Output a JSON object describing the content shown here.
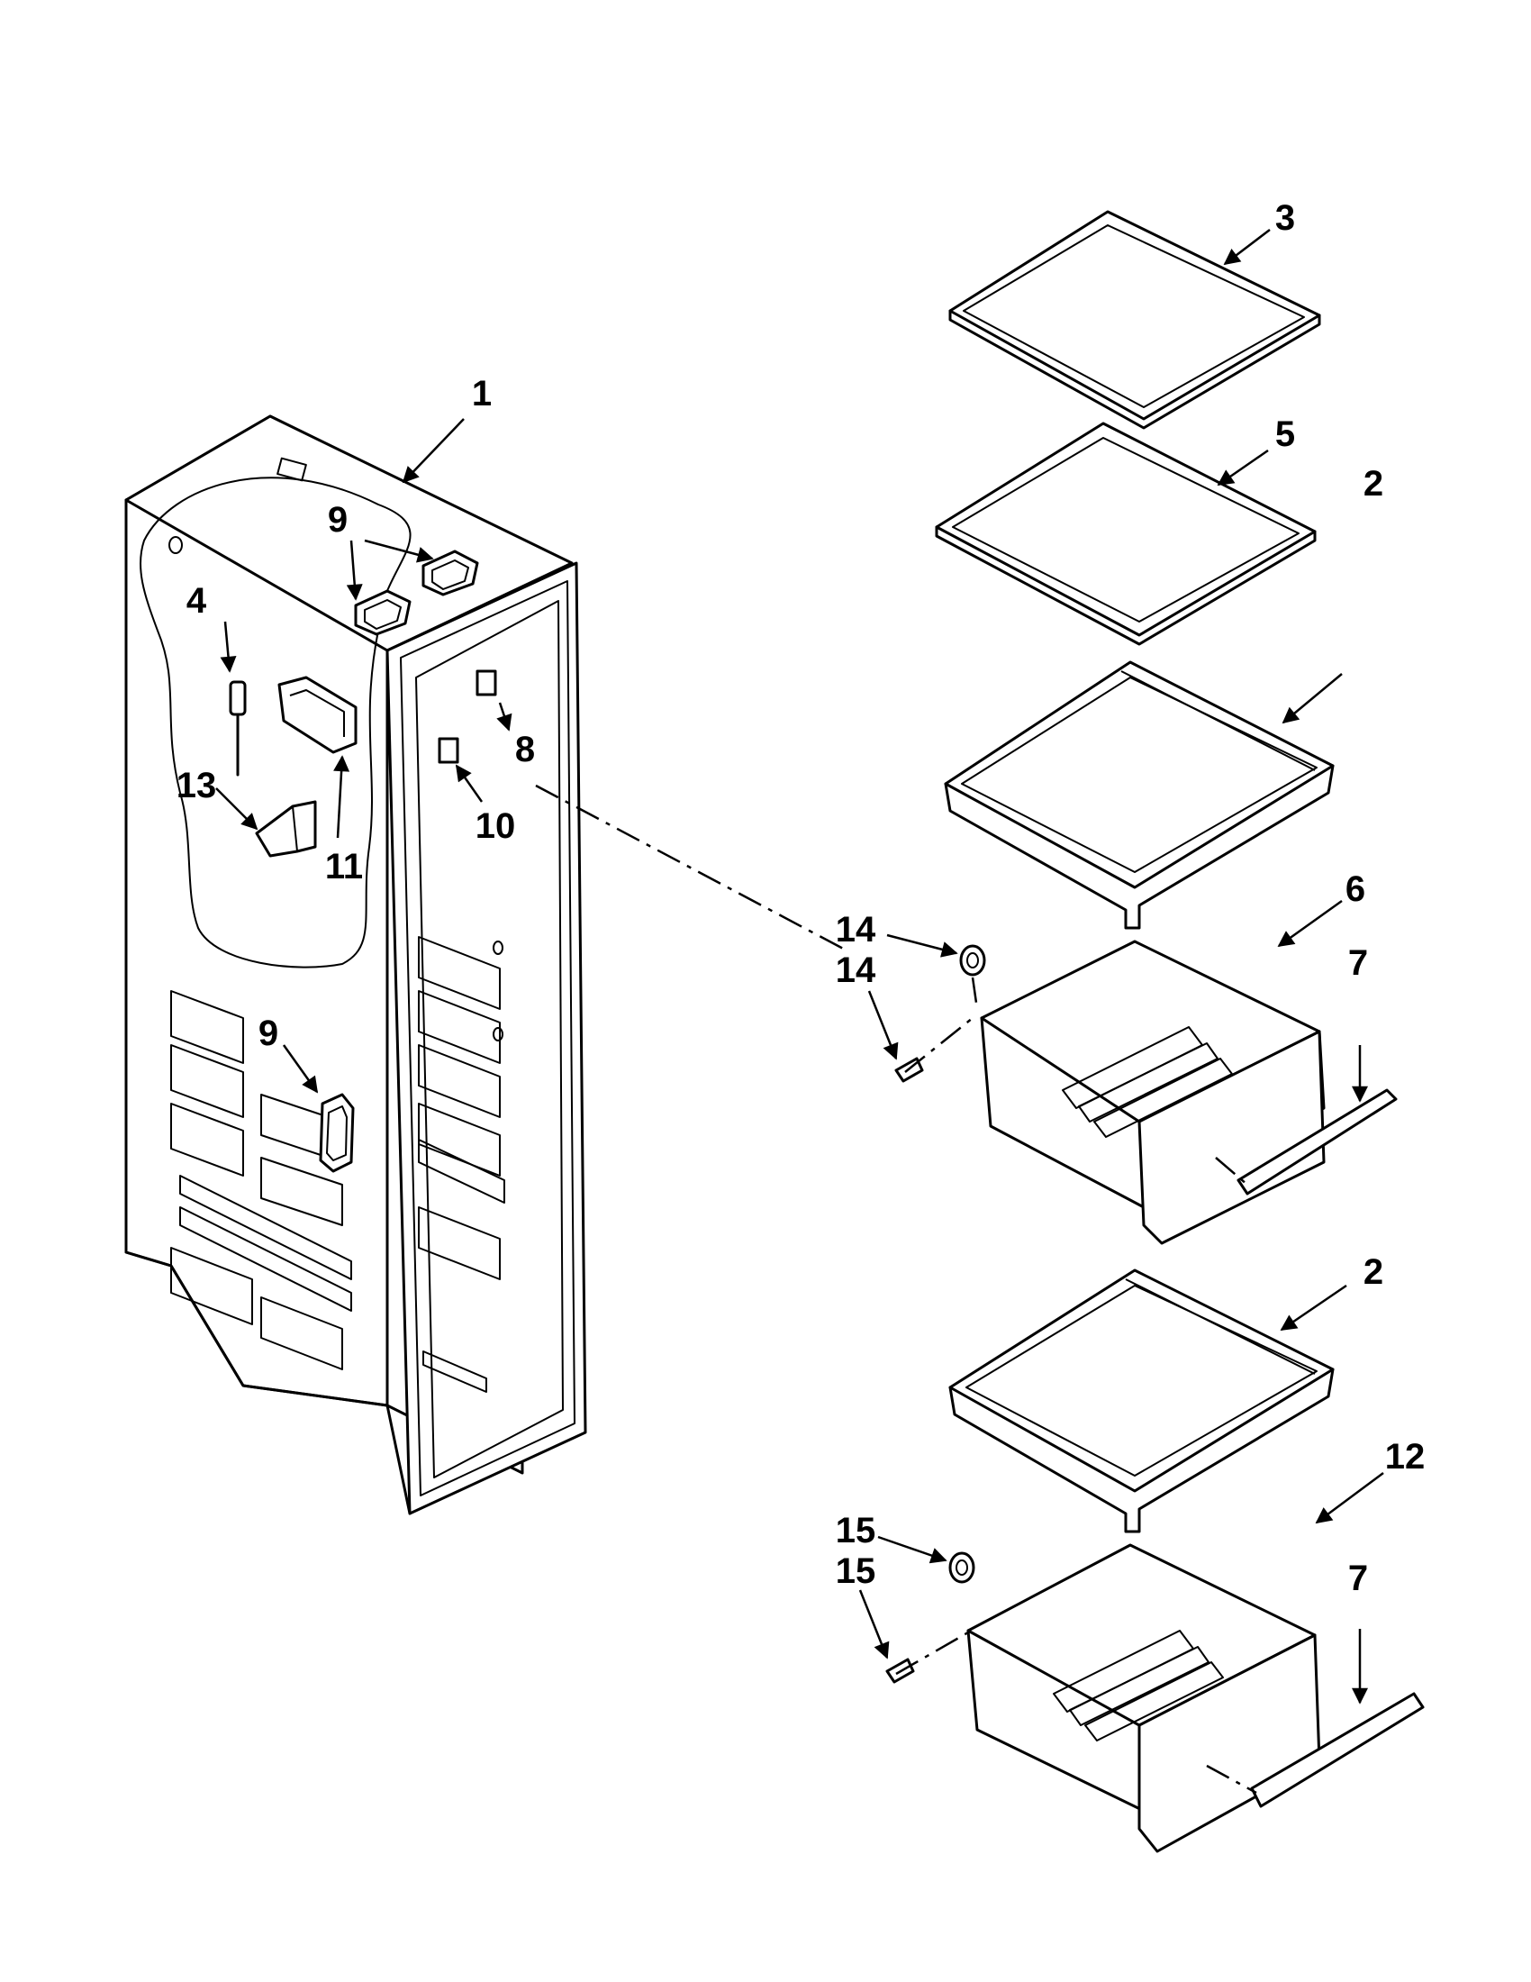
{
  "callouts": [
    {
      "id": "1",
      "label": "1"
    },
    {
      "id": "2a",
      "label": "2"
    },
    {
      "id": "2b",
      "label": "2"
    },
    {
      "id": "3",
      "label": "3"
    },
    {
      "id": "4",
      "label": "4"
    },
    {
      "id": "5",
      "label": "5"
    },
    {
      "id": "6",
      "label": "6"
    },
    {
      "id": "7a",
      "label": "7"
    },
    {
      "id": "7b",
      "label": "7"
    },
    {
      "id": "8",
      "label": "8"
    },
    {
      "id": "9a",
      "label": "9"
    },
    {
      "id": "9b",
      "label": "9"
    },
    {
      "id": "10",
      "label": "10"
    },
    {
      "id": "11",
      "label": "11"
    },
    {
      "id": "12",
      "label": "12"
    },
    {
      "id": "13",
      "label": "13"
    },
    {
      "id": "14a",
      "label": "14"
    },
    {
      "id": "14b",
      "label": "14"
    },
    {
      "id": "15a",
      "label": "15"
    },
    {
      "id": "15b",
      "label": "15"
    }
  ],
  "colors": {
    "line": "#000000",
    "background": "#ffffff"
  }
}
